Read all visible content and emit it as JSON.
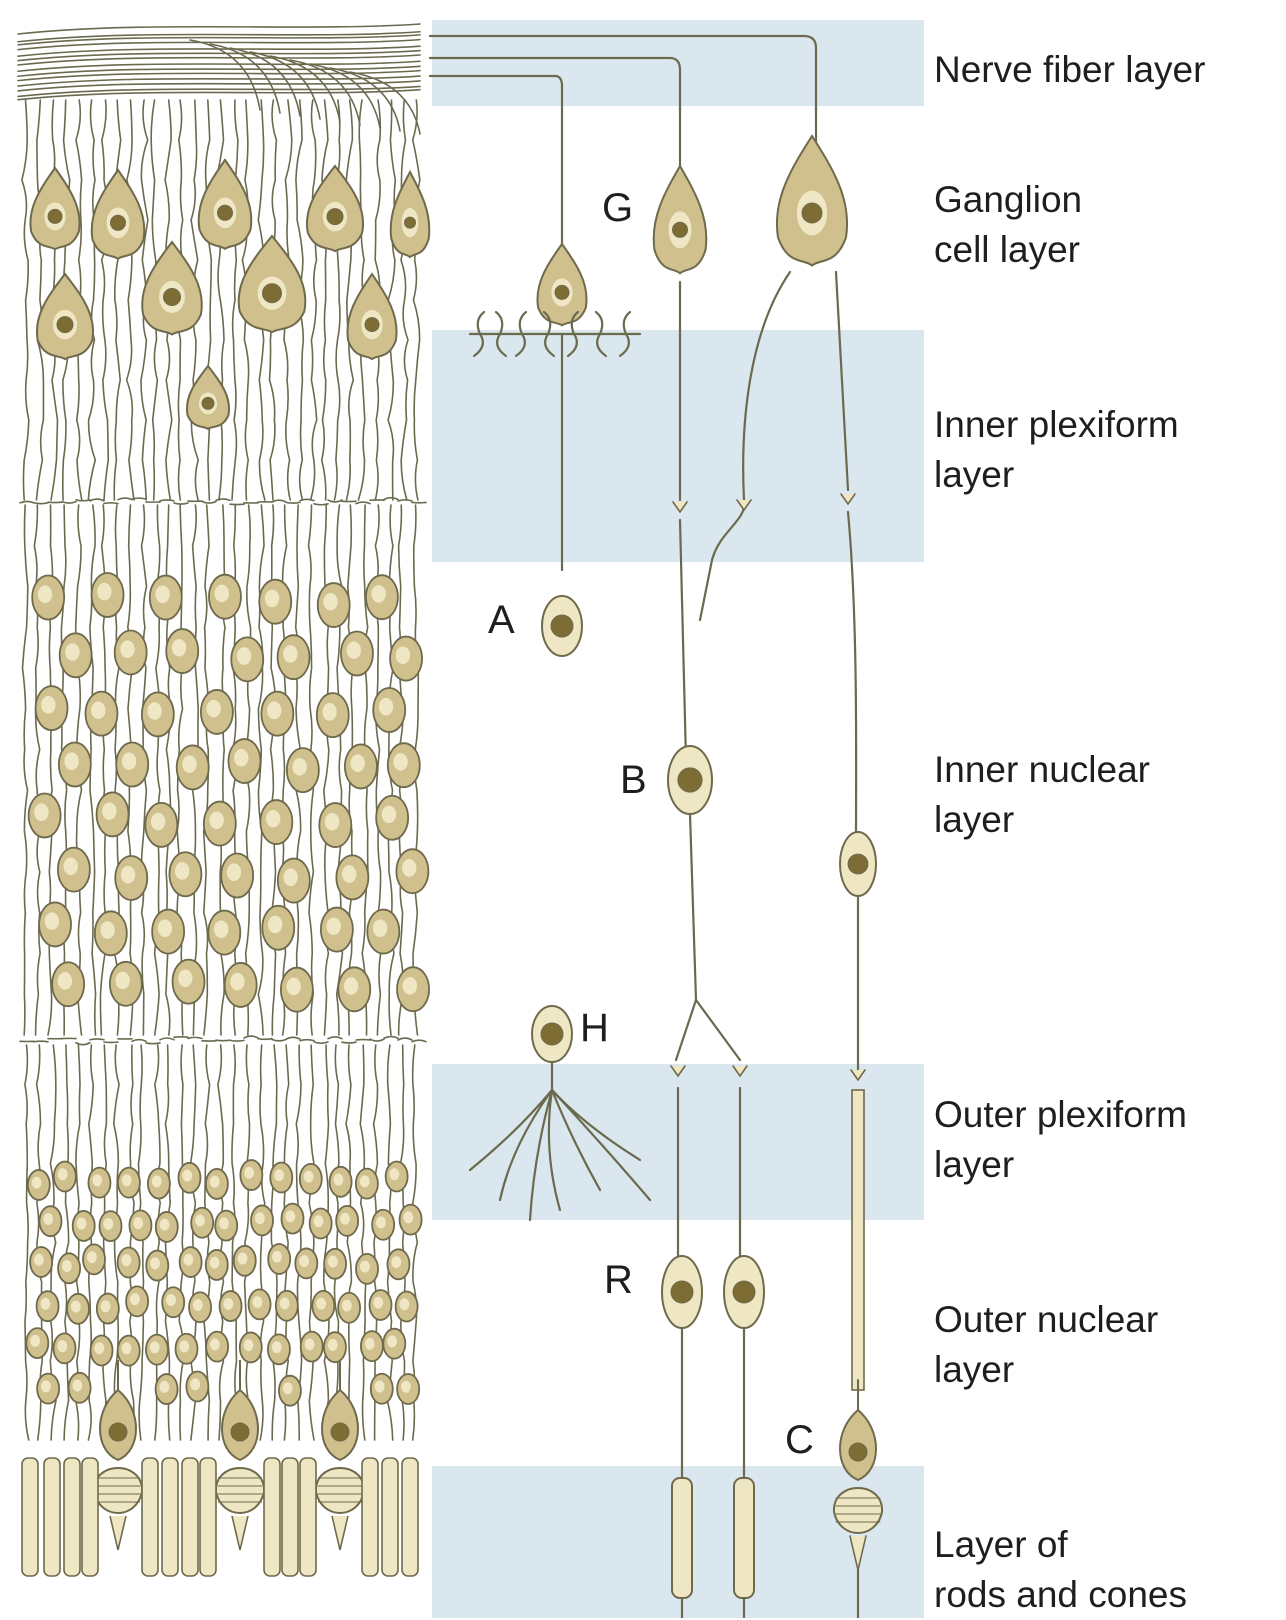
{
  "colors": {
    "band": "#dbe7ee",
    "membrane": "#6f6a4c",
    "cell_fill": "#cfc08e",
    "cell_fill_light": "#efe7c4",
    "nucleus": "#7d6c34",
    "fiber": "#6b6a4e",
    "text": "#1e1e1e"
  },
  "layers": [
    {
      "id": "nerve-fiber",
      "label": "Nerve fiber layer",
      "shaded": true
    },
    {
      "id": "ganglion-cell",
      "label": "Ganglion\ncell layer",
      "shaded": false
    },
    {
      "id": "inner-plexiform",
      "label": "Inner plexiform\nlayer",
      "shaded": true
    },
    {
      "id": "inner-nuclear",
      "label": "Inner nuclear\nlayer",
      "shaded": false
    },
    {
      "id": "outer-plexiform",
      "label": "Outer plexiform\nlayer",
      "shaded": true
    },
    {
      "id": "outer-nuclear",
      "label": "Outer nuclear\nlayer",
      "shaded": false
    },
    {
      "id": "rods-cones",
      "label": "Layer of\nrods and cones",
      "shaded": true
    }
  ],
  "cell_letters": [
    {
      "id": "ganglion",
      "letter": "G"
    },
    {
      "id": "amacrine",
      "letter": "A"
    },
    {
      "id": "bipolar",
      "letter": "B"
    },
    {
      "id": "horizontal",
      "letter": "H"
    },
    {
      "id": "rod",
      "letter": "R"
    },
    {
      "id": "cone",
      "letter": "C"
    }
  ]
}
